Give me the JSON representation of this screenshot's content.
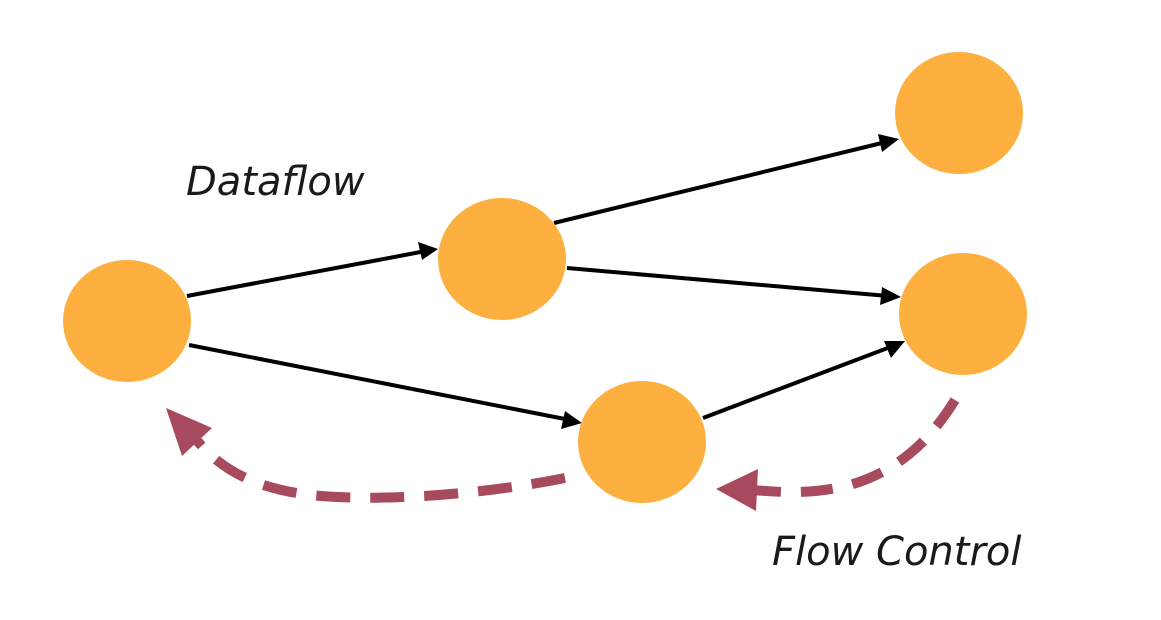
{
  "diagram": {
    "labels": {
      "dataflow": "Dataflow",
      "flow_control": "Flow Control"
    },
    "colors": {
      "node": "#FDB03F",
      "dataflow_arrow": "#000000",
      "flow_control_arrow": "#A84A5E",
      "background": "#FFFFFF"
    },
    "nodes": [
      "source",
      "middle-upper",
      "middle-lower",
      "sink-top",
      "sink-middle"
    ],
    "dataflow_edges": [
      [
        "source",
        "middle-upper"
      ],
      [
        "source",
        "middle-lower"
      ],
      [
        "middle-upper",
        "sink-top"
      ],
      [
        "middle-upper",
        "sink-middle"
      ],
      [
        "middle-lower",
        "sink-middle"
      ]
    ],
    "flow_control_edges": [
      [
        "sink-middle",
        "middle-lower"
      ],
      [
        "middle-lower",
        "source"
      ]
    ]
  }
}
